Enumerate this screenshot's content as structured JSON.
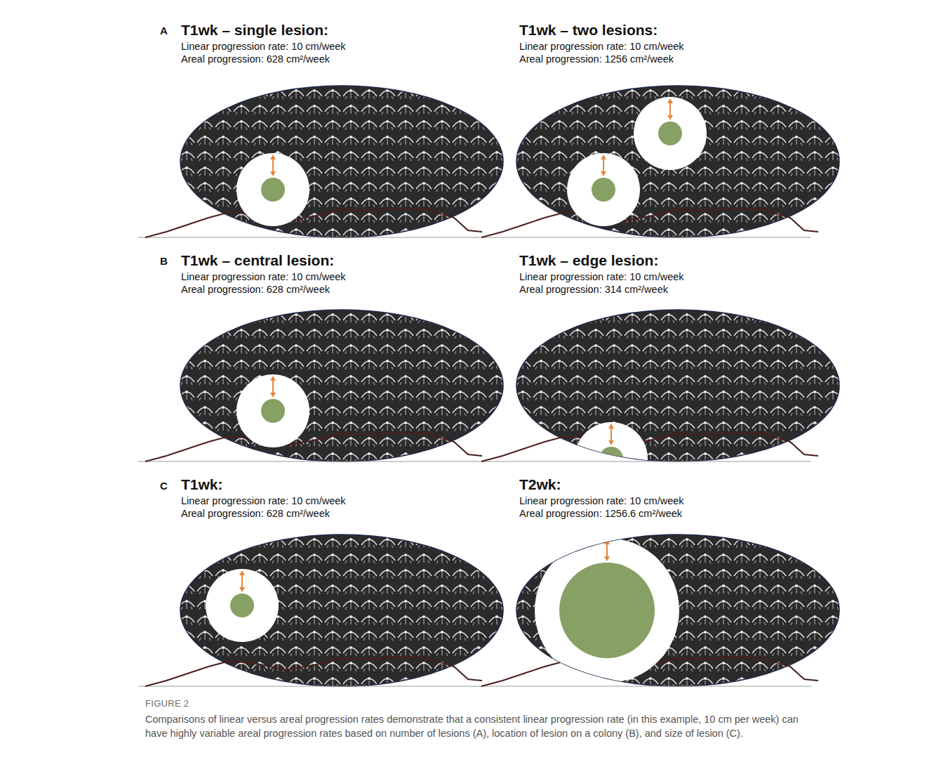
{
  "diagram": {
    "caption": "Comparisons of linear versus areal progression rates demonstrate that a consistent linear progression rate (in this example, 10 cm per week) can have highly variable areal progression rates based on number of lesions (A), location of lesion on a colony (B), and size of lesion (C).",
    "nodes": [
      {
        "text": [
          "T1wk – single lesion:",
          "Linear progression rate: 10 cm/week",
          "Areal progression: 628 cm²/week"
        ]
      },
      {
        "text": [
          "T1wk – two lesions:",
          "Linear progression rate: 10 cm/week",
          "Areal progression: 1256 cm²/week"
        ]
      },
      {
        "text": [
          "T1wk – central lesion:",
          "Linear progression rate: 10 cm/week",
          "Areal progression: 628 cm²/week"
        ]
      },
      {
        "text": [
          "T1wk – edge lesion:",
          "Linear progression rate: 10 cm/week",
          "Areal progression: 314 cm²/week"
        ]
      },
      {
        "text": [
          "T1wk:",
          "Linear progression rate: 10 cm/week",
          "Areal progression: 628 cm²/week"
        ]
      },
      {
        "text": [
          "T2wk:",
          "Linear progression rate: 10 cm/week",
          "Areal progression: 1256.6 cm²/week"
        ]
      }
    ],
    "labels": [
      "A",
      "B",
      "C",
      "FIGURE 2"
    ]
  }
}
